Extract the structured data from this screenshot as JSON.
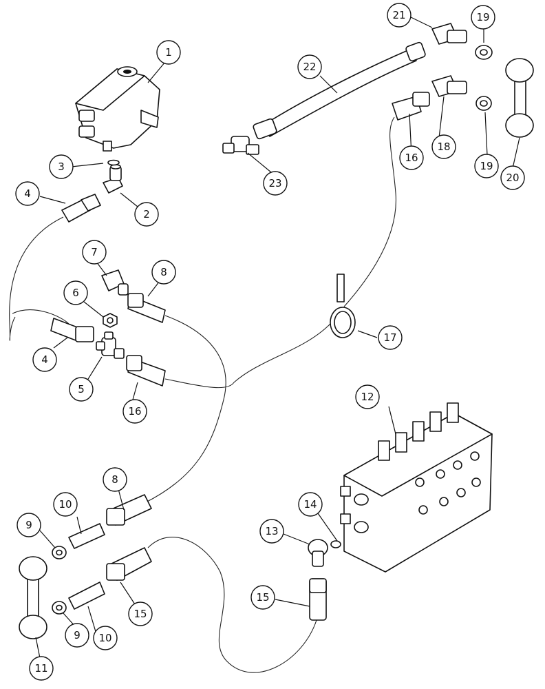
{
  "callouts": [
    {
      "id": "c1",
      "label": "1"
    },
    {
      "id": "c2",
      "label": "2"
    },
    {
      "id": "c3",
      "label": "3"
    },
    {
      "id": "c4a",
      "label": "4"
    },
    {
      "id": "c4b",
      "label": "4"
    },
    {
      "id": "c5",
      "label": "5"
    },
    {
      "id": "c6",
      "label": "6"
    },
    {
      "id": "c7",
      "label": "7"
    },
    {
      "id": "c8a",
      "label": "8"
    },
    {
      "id": "c8b",
      "label": "8"
    },
    {
      "id": "c9a",
      "label": "9"
    },
    {
      "id": "c9b",
      "label": "9"
    },
    {
      "id": "c10a",
      "label": "10"
    },
    {
      "id": "c10b",
      "label": "10"
    },
    {
      "id": "c11",
      "label": "11"
    },
    {
      "id": "c12",
      "label": "12"
    },
    {
      "id": "c13",
      "label": "13"
    },
    {
      "id": "c14",
      "label": "14"
    },
    {
      "id": "c15a",
      "label": "15"
    },
    {
      "id": "c15b",
      "label": "15"
    },
    {
      "id": "c16a",
      "label": "16"
    },
    {
      "id": "c16b",
      "label": "16"
    },
    {
      "id": "c17",
      "label": "17"
    },
    {
      "id": "c18",
      "label": "18"
    },
    {
      "id": "c19a",
      "label": "19"
    },
    {
      "id": "c19b",
      "label": "19"
    },
    {
      "id": "c20",
      "label": "20"
    },
    {
      "id": "c21",
      "label": "21"
    },
    {
      "id": "c22",
      "label": "22"
    },
    {
      "id": "c23",
      "label": "23"
    }
  ]
}
